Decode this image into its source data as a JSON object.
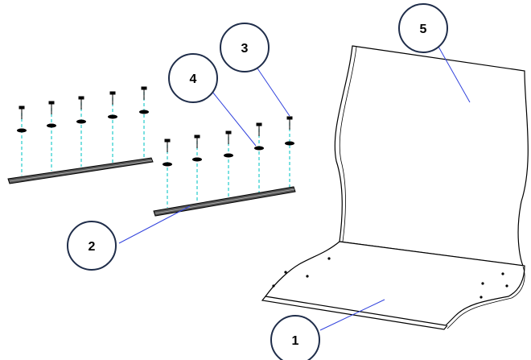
{
  "callouts": [
    {
      "id": "1",
      "label": "1",
      "target": "seat-panel"
    },
    {
      "id": "2",
      "label": "2",
      "target": "mounting-rail"
    },
    {
      "id": "3",
      "label": "3",
      "target": "screw"
    },
    {
      "id": "4",
      "label": "4",
      "target": "washer"
    },
    {
      "id": "5",
      "label": "5",
      "target": "backrest-panel"
    }
  ],
  "colors": {
    "outline": "#000000",
    "leader": "#3344dd",
    "fastener_axis": "#22cccc",
    "bubble_fill": "#ffffff",
    "bubble_stroke": "#1f2d4a"
  }
}
